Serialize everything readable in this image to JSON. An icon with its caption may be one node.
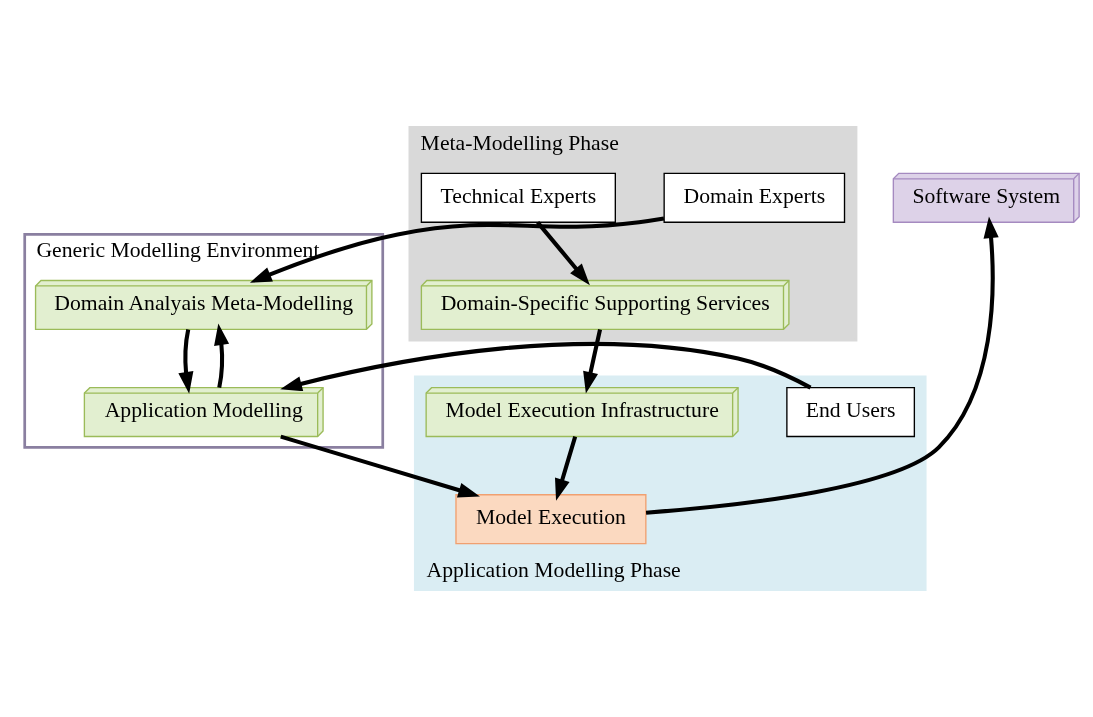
{
  "diagram": {
    "nodes": [
      {
        "text": [
          "Meta-Modelling Phase"
        ]
      },
      {
        "text": [
          "Generic Modelling Environment"
        ]
      },
      {
        "text": [
          "Domain Experts"
        ],
        "in": 0
      },
      {
        "text": [
          "Domain Analyais Meta-Modelling"
        ],
        "in": 1
      },
      {
        "text": [
          "Domain-Specific Supporting Services"
        ],
        "in": 0
      },
      {
        "text": [
          "Technical Experts"
        ],
        "in": 0
      },
      {
        "text": [
          "Application Modelling Phase"
        ]
      },
      {
        "text": [
          "End Users"
        ],
        "in": 6
      },
      {
        "text": [
          "Application Modelling"
        ],
        "in": 1
      },
      {
        "text": [
          "Model Execution Infrastructure"
        ],
        "in": 6
      },
      {
        "text": [
          "Model Execution"
        ],
        "in": 6
      },
      {
        "text": [
          "Software System"
        ]
      }
    ],
    "edges": [
      {
        "from": 2,
        "to": 3,
        "arrow": "to"
      },
      {
        "from": 5,
        "to": 4,
        "arrow": "to"
      },
      {
        "from": 3,
        "to": 8,
        "arrow": "to"
      },
      {
        "from": 4,
        "to": 9,
        "arrow": "to"
      },
      {
        "from": 8,
        "to": 3,
        "arrow": "to"
      },
      {
        "from": 7,
        "to": 8,
        "arrow": "to"
      },
      {
        "from": 8,
        "to": 10,
        "arrow": "to"
      },
      {
        "from": 9,
        "to": 10,
        "arrow": "to"
      },
      {
        "from": 10,
        "to": 11,
        "arrow": "to"
      }
    ]
  }
}
